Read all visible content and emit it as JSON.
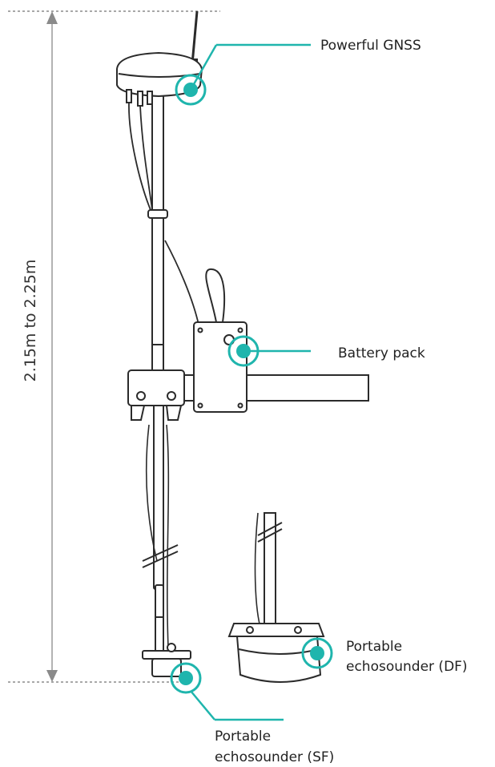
{
  "dimension": {
    "label": "2.15m to 2.25m"
  },
  "callouts": {
    "gnss": "Powerful GNSS",
    "battery": "Battery pack",
    "echo_df_line1": "Portable",
    "echo_df_line2": "echosounder (DF)",
    "echo_sf_line1": "Portable",
    "echo_sf_line2": "echosounder (SF)"
  },
  "colors": {
    "accent": "#1fb5ad",
    "line": "#2b2b2b",
    "dimension": "#9a9a9a"
  }
}
